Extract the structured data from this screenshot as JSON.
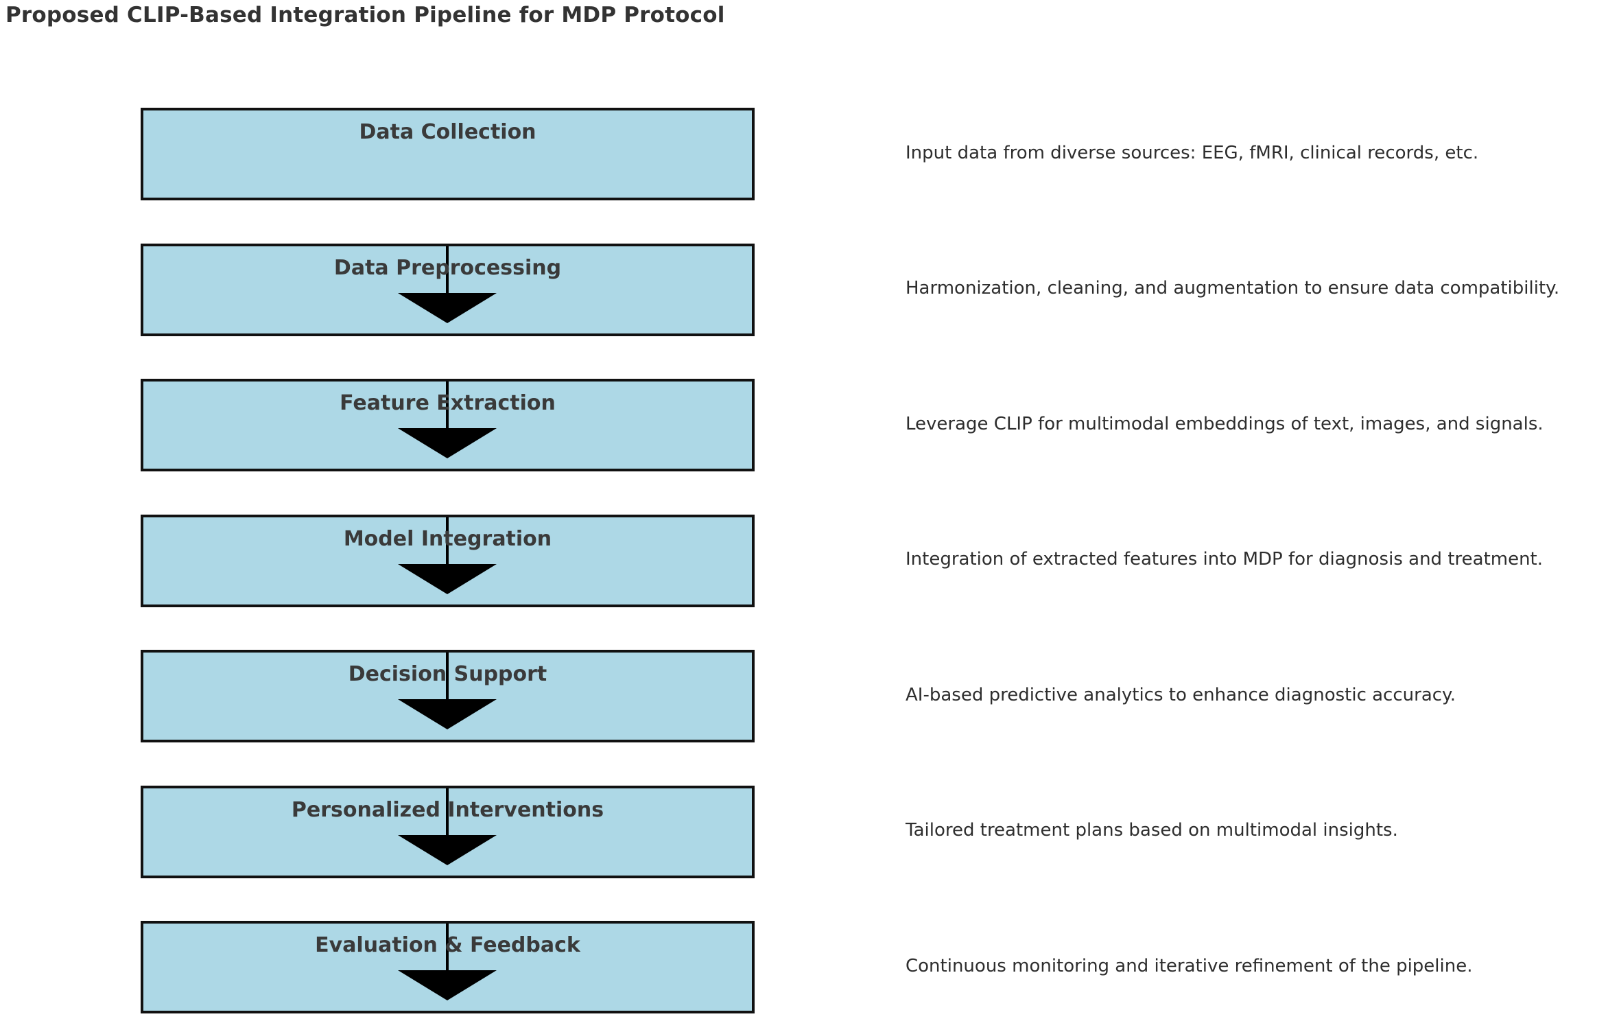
{
  "title": "Proposed CLIP-Based Integration Pipeline for MDP Protocol",
  "colors": {
    "box_fill": "#add8e6",
    "box_border": "#111111",
    "label_text": "#3a3a3a",
    "description_text": "#2e2e2e",
    "title_text": "#333333",
    "arrow": "#000000",
    "background": "#ffffff"
  },
  "chart_data": {
    "type": "diagram",
    "diagram_kind": "vertical-flowchart",
    "title": "Proposed CLIP-Based Integration Pipeline for MDP Protocol",
    "node_count": 7,
    "nodes": [
      {
        "id": "data-collection",
        "label": "Data Collection",
        "description": "Input data from diverse sources: EEG, fMRI, clinical records, etc.",
        "order": 1,
        "has_incoming_arrow": false
      },
      {
        "id": "data-preprocessing",
        "label": "Data Preprocessing",
        "description": "Harmonization, cleaning, and augmentation to ensure data compatibility.",
        "order": 2,
        "has_incoming_arrow": true
      },
      {
        "id": "feature-extraction",
        "label": "Feature Extraction",
        "description": "Leverage CLIP for multimodal embeddings of text, images, and signals.",
        "order": 3,
        "has_incoming_arrow": true
      },
      {
        "id": "model-integration",
        "label": "Model Integration",
        "description": "Integration of extracted features into MDP for diagnosis and treatment.",
        "order": 4,
        "has_incoming_arrow": true
      },
      {
        "id": "decision-support",
        "label": "Decision Support",
        "description": "AI-based predictive analytics to enhance diagnostic accuracy.",
        "order": 5,
        "has_incoming_arrow": true
      },
      {
        "id": "personalized-interventions",
        "label": "Personalized Interventions",
        "description": "Tailored treatment plans based on multimodal insights.",
        "order": 6,
        "has_incoming_arrow": true
      },
      {
        "id": "evaluation-feedback",
        "label": "Evaluation & Feedback",
        "description": "Continuous monitoring and iterative refinement of the pipeline.",
        "order": 7,
        "has_incoming_arrow": true
      }
    ],
    "edges": [
      {
        "from": "data-collection",
        "to": "data-preprocessing",
        "style": "solid-arrow-down"
      },
      {
        "from": "data-preprocessing",
        "to": "feature-extraction",
        "style": "solid-arrow-down"
      },
      {
        "from": "feature-extraction",
        "to": "model-integration",
        "style": "solid-arrow-down"
      },
      {
        "from": "model-integration",
        "to": "decision-support",
        "style": "solid-arrow-down"
      },
      {
        "from": "decision-support",
        "to": "personalized-interventions",
        "style": "solid-arrow-down"
      },
      {
        "from": "personalized-interventions",
        "to": "evaluation-feedback",
        "style": "solid-arrow-down"
      }
    ]
  }
}
